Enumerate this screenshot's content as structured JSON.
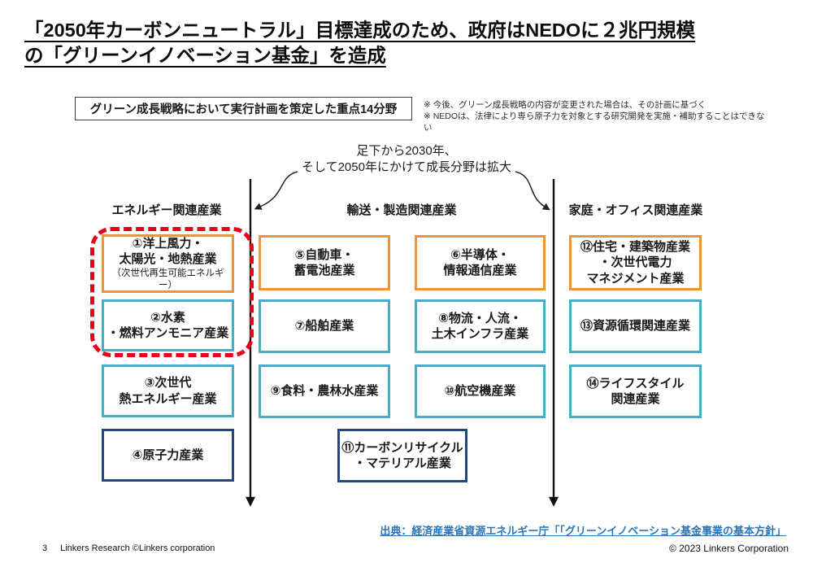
{
  "title": "「2050年カーボンニュートラル」目標達成のため、政府はNEDOに２兆円規模\nの「グリーンイノベーション基金」を造成",
  "strategy_heading": "グリーン成長戦略において実行計画を策定した重点14分野",
  "footnotes": {
    "line1": "※ 今後、グリーン成長戦略の内容が変更された場合は、その計画に基づく",
    "line2": "※ NEDOは、法律により専ら原子力を対象とする研究開発を実施・補助することはできない"
  },
  "annotation": "足下から2030年、\nそして2050年にかけて成長分野は拡大",
  "industries": {
    "columns": [
      {
        "header": "エネルギー関連産業"
      },
      {
        "header": "輸送・製造関連産業"
      },
      {
        "header": "家庭・オフィス関連産業"
      }
    ],
    "boxes": [
      {
        "label": "①洋上風力・\n太陽光・地熱産業",
        "sublabel": "（次世代再生可能エネルギー）",
        "style": "orange"
      },
      {
        "label": "②水素\n・燃料アンモニア産業",
        "style": "teal"
      },
      {
        "label": "③次世代\n熱エネルギー産業",
        "style": "teal"
      },
      {
        "label": "④原子力産業",
        "style": "navy"
      },
      {
        "label": "⑤自動車・\n蓄電池産業",
        "style": "orange"
      },
      {
        "label": "⑥半導体・\n情報通信産業",
        "style": "orange"
      },
      {
        "label": "⑦船舶産業",
        "style": "teal"
      },
      {
        "label": "⑧物流・人流・\n土木インフラ産業",
        "style": "teal"
      },
      {
        "label": "⑨食料・農林水産業",
        "style": "teal"
      },
      {
        "label": "⑩航空機産業",
        "style": "teal"
      },
      {
        "label": "⑪カーボンリサイクル\n・マテリアル産業",
        "style": "navy"
      },
      {
        "label": "⑫住宅・建築物産業\n・次世代電力\nマネジメント産業",
        "style": "orange"
      },
      {
        "label": "⑬資源循環関連産業",
        "style": "teal"
      },
      {
        "label": "⑭ライフスタイル\n関連産業",
        "style": "teal"
      }
    ]
  },
  "source_link": "出典：経済産業省資源エネルギー庁「「グリーンイノベーション基金事業の基本方針」",
  "footer": {
    "page_number": "3",
    "left_text": "Linkers Research ©Linkers corporation",
    "right_text": "© 2023 Linkers Corporation"
  },
  "colors": {
    "orange_border": "#E8953F",
    "teal_border": "#4BACC6",
    "navy_border": "#24477E",
    "highlight_red": "#E8001A",
    "link_blue": "#2E75B6"
  }
}
